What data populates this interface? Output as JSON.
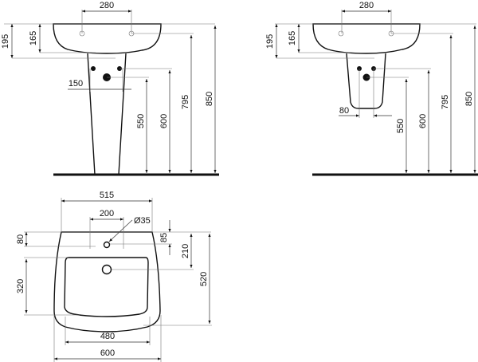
{
  "side_view_pedestal": {
    "dims": {
      "tap_spacing": "280",
      "overall_height_basin": "195",
      "bowl_depth": "165",
      "waste_height_trap": "150",
      "waste_height": "550",
      "supply_height": "600",
      "tap_height": "795",
      "rim_height": "850"
    }
  },
  "side_view_semi_pedestal": {
    "dims": {
      "tap_spacing": "280",
      "overall_height_basin": "195",
      "bowl_depth": "165",
      "shroud_offset": "80",
      "waste_height": "550",
      "supply_height": "600",
      "tap_height": "795",
      "rim_height": "850"
    }
  },
  "plan_view": {
    "dims": {
      "top_width": "515",
      "tap_spacing": "200",
      "tap_hole_diameter": "Ø35",
      "rim_to_tap": "80",
      "bowl_length": "320",
      "rim_to_tap_hole": "85",
      "rim_to_drain": "210",
      "depth": "520",
      "bowl_width": "480",
      "overall_width": "600"
    }
  }
}
